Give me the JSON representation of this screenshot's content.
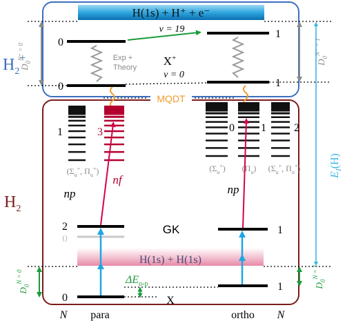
{
  "colors": {
    "blue_box": "#3a6fc0",
    "red_box": "#7a1c1c",
    "accent_red": "#d6004d",
    "crimson_dark": "#b3002e",
    "cyan_arrow": "#1da6e3",
    "green": "#1a9b3a",
    "orange": "#f09a2a",
    "gray": "#8a8a8a",
    "light_cyan": "#38b6e6"
  },
  "labels": {
    "ion_limit": "H(1s) + H⁺ + e⁻",
    "h2plus_base": "H",
    "h2plus_sub": "2",
    "h2plus_sup": "+",
    "xplus_base": "X",
    "xplus_sup": "+",
    "v19": "v = 19",
    "v0": "v = 0",
    "exp_theory_1": "Exp +",
    "exp_theory_2": "Theory",
    "mqdt": "MQDT",
    "h2_base": "H",
    "h2_sub": "2",
    "nf": "nf",
    "np_left": "np",
    "np_right": "np",
    "gk": "GK",
    "dissoc_limit": "H(1s) + H(1s)",
    "x": "X",
    "n_left": "N",
    "n_right": "N",
    "para": "para",
    "ortho": "ortho",
    "delta_e_main": "ΔE",
    "delta_e_sub": "o-p",
    "e_i_main": "E",
    "e_i_sub": "I",
    "e_i_paren": "(H)",
    "d0_main": "D",
    "d0_sub": "0",
    "d0_sup_n0": "N = 0",
    "d0_sup_n1": "N = 1",
    "d0ion_sup_n0": "N⁺ = 0",
    "d0ion_sup_n1": "N⁺ = 1",
    "sym_sigma_pi_left": "(Σu+, Πu+)",
    "sym_sigma_right": "(Σu+)",
    "sym_pi_right": "(Πu)",
    "sym_sigma_pi_right": "(Σu+, Πu+)",
    "gk_sub_paren": "()"
  },
  "n_values": {
    "ion_para_v19": "0",
    "ion_para_v0": "0",
    "ion_ortho_v19": "1",
    "ion_ortho_v0": "1",
    "rydberg_para_np": "1",
    "rydberg_para_nf": "3",
    "rydberg_ortho_np0": "0",
    "rydberg_ortho_np1": "1",
    "rydberg_ortho_np2": "2",
    "gk_para": "2",
    "gk_ortho": "1",
    "x_para": "0",
    "x_ortho": "1"
  }
}
